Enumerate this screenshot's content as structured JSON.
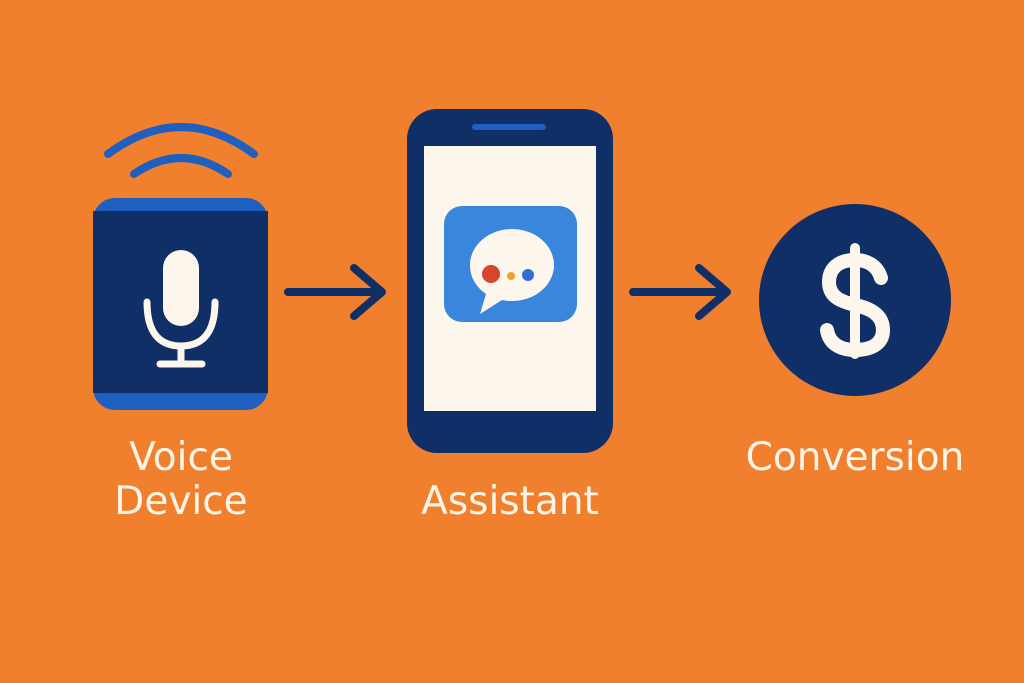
{
  "colors": {
    "background": "#F07F2E",
    "navy": "#0F2F66",
    "blue_accent": "#1F5FC0",
    "chat_blue": "#3A86DD",
    "cream": "#FDF6EC",
    "dot_red": "#D8452B",
    "dot_orange": "#F0A02A",
    "dot_blue": "#2F6ED8"
  },
  "nodes": [
    {
      "id": "voice-device",
      "icon": "voice-speaker-microphone-icon",
      "label_lines": [
        "Voice",
        "Device"
      ]
    },
    {
      "id": "assistant",
      "icon": "smartphone-chat-assistant-icon",
      "label_lines": [
        "Assistant"
      ]
    },
    {
      "id": "conversion",
      "icon": "dollar-coin-icon",
      "label_lines": [
        "Conversion"
      ]
    }
  ],
  "edges": [
    {
      "from": "voice-device",
      "to": "assistant",
      "icon": "arrow-right-icon"
    },
    {
      "from": "assistant",
      "to": "conversion",
      "icon": "arrow-right-icon"
    }
  ]
}
